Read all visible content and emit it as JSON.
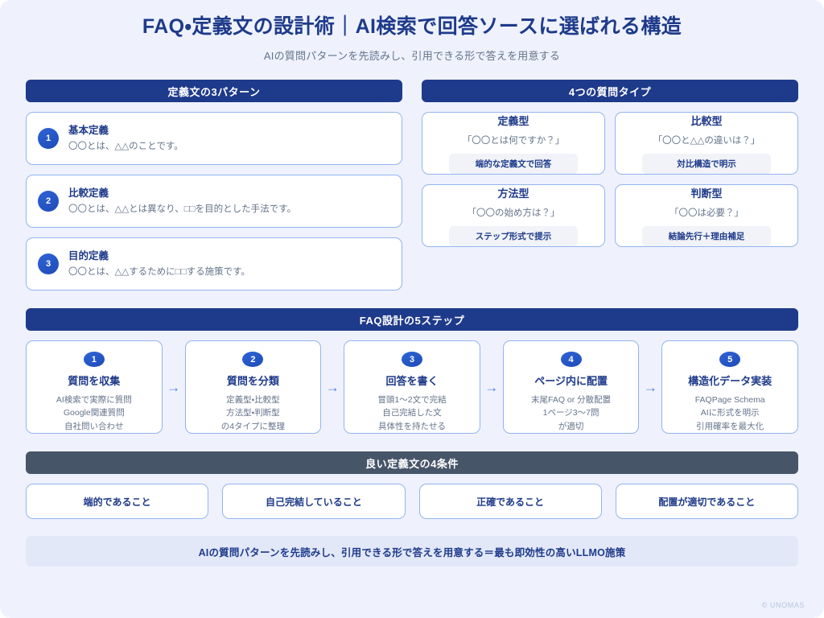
{
  "header": {
    "title": "FAQ・定義文の設計術｜AI検索で回答ソースに選ばれる構造",
    "subtitle": "AIの質問パターンを先読みし、引用できる形で答えを用意する"
  },
  "definition_patterns": {
    "heading": "定義文の3パターン",
    "items": [
      {
        "number": "1",
        "title": "基本定義",
        "desc": "〇〇とは、△△のことです。"
      },
      {
        "number": "2",
        "title": "比較定義",
        "desc": "〇〇とは、△△とは異なり、□□を目的とした手法です。"
      },
      {
        "number": "3",
        "title": "目的定義",
        "desc": "〇〇とは、△△するために□□する施策です。"
      }
    ]
  },
  "question_types": {
    "heading": "4つの質問タイプ",
    "items": [
      {
        "title": "定義型",
        "question": "「〇〇とは何ですか？」",
        "pill": "端的な定義文で回答"
      },
      {
        "title": "比較型",
        "question": "「〇〇と△△の違いは？」",
        "pill": "対比構造で明示"
      },
      {
        "title": "方法型",
        "question": "「〇〇の始め方は？」",
        "pill": "ステップ形式で提示"
      },
      {
        "title": "判断型",
        "question": "「〇〇は必要？」",
        "pill": "結論先行＋理由補足"
      }
    ]
  },
  "steps": {
    "heading": "FAQ設計の5ステップ",
    "arrow_glyph": "→",
    "items": [
      {
        "number": "1",
        "title": "質問を収集",
        "lines": [
          "AI検索で実際に質問",
          "Google関連質問",
          "自社問い合わせ"
        ]
      },
      {
        "number": "2",
        "title": "質問を分類",
        "lines": [
          "定義型・比較型",
          "方法型・判断型",
          "の4タイプに整理"
        ]
      },
      {
        "number": "3",
        "title": "回答を書く",
        "lines": [
          "冒頭1〜2文で完結",
          "自己完結した文",
          "具体性を持たせる"
        ]
      },
      {
        "number": "4",
        "title": "ページ内に配置",
        "lines": [
          "末尾FAQ or 分散配置",
          "1ページ3〜7問",
          "が適切"
        ]
      },
      {
        "number": "5",
        "title": "構造化データ実装",
        "lines": [
          "FAQPage Schema",
          "AIに形式を明示",
          "引用確率を最大化"
        ]
      }
    ]
  },
  "conditions": {
    "heading": "良い定義文の4条件",
    "items": [
      "端的であること",
      "自己完結していること",
      "正確であること",
      "配置が適切であること"
    ]
  },
  "banner": {
    "text": "AIの質問パターンを先読みし、引用できる形で答えを用意する＝最も即効性の高いLLMO施策"
  },
  "credit": "© UNOMAS",
  "colors": {
    "background": "#eff2fd",
    "navy": "#1e3a8a",
    "slate": "#475569",
    "card_border": "#93b4f0",
    "pill": "#f1f3f8",
    "banner": "#e2e8f8",
    "muted_text": "#64748b"
  }
}
